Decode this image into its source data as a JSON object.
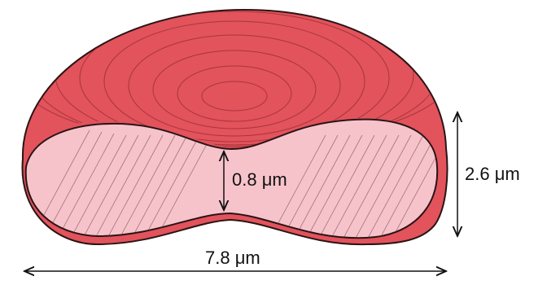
{
  "diagram": {
    "subject": "red blood cell cross-section",
    "colors": {
      "outer": "#e2535c",
      "outer_dark": "#b8323a",
      "cut_face": "#f7c3cb",
      "outline": "#2a1416",
      "arrow": "#111111"
    },
    "labels": {
      "center_thickness": "0.8 μm",
      "edge_thickness": "2.6 μm",
      "diameter": "7.8 μm"
    }
  }
}
